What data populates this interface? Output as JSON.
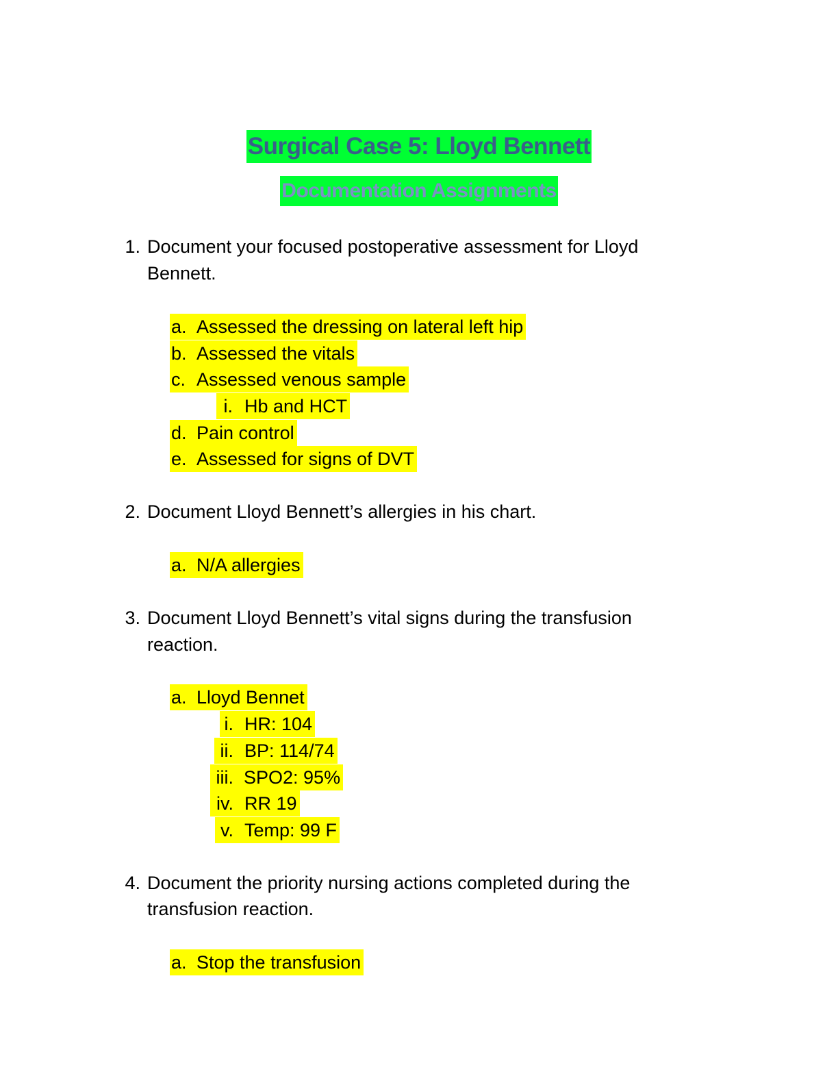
{
  "title": "Surgical Case 5: Lloyd Bennett",
  "subtitle": "Documentation Assignments",
  "q1": {
    "num": "1.",
    "line1": "Document your focused postoperative assessment for Lloyd",
    "line2": "Bennett.",
    "answers": [
      {
        "marker": "a.",
        "text": "Assessed the dressing on lateral left hip"
      },
      {
        "marker": "b.",
        "text": "Assessed the vitals"
      },
      {
        "marker": "c.",
        "text": "Assessed venous sample"
      },
      {
        "marker": "i.",
        "text": "Hb and HCT"
      },
      {
        "marker": "d.",
        "text": "Pain control"
      },
      {
        "marker": "e.",
        "text": "Assessed for signs of DVT"
      }
    ]
  },
  "q2": {
    "num": "2.",
    "line1": "Document Lloyd Bennett’s allergies in his chart.",
    "answers": [
      {
        "marker": "a.",
        "text": "N/A allergies"
      }
    ]
  },
  "q3": {
    "num": "3.",
    "line1": "Document Lloyd Bennett’s vital signs during the transfusion",
    "line2": "reaction.",
    "answers": [
      {
        "marker": "a.",
        "text": "Lloyd Bennet"
      },
      {
        "marker": "i.",
        "text": "HR: 104"
      },
      {
        "marker": "ii.",
        "text": "BP: 114/74"
      },
      {
        "marker": "iii.",
        "text": "SPO2: 95%"
      },
      {
        "marker": "iv.",
        "text": "RR 19"
      },
      {
        "marker": "v.",
        "text": "Temp: 99 F"
      }
    ]
  },
  "q4": {
    "num": "4.",
    "line1": "Document the priority nursing actions completed during the",
    "line2": "transfusion reaction.",
    "answers": [
      {
        "marker": "a.",
        "text": "Stop the transfusion"
      }
    ]
  }
}
